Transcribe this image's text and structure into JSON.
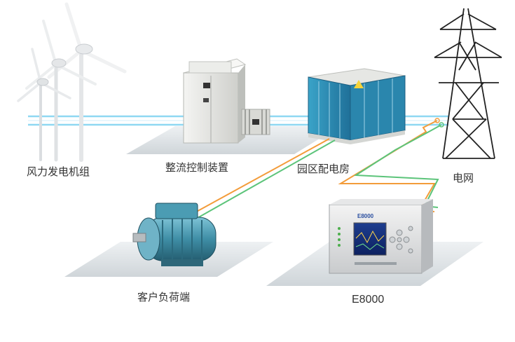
{
  "labels": {
    "wind_turbines": "风力发电机组",
    "rectifier_control": "整流控制装置",
    "park_substation": "园区配电房",
    "power_grid": "电网",
    "customer_load": "客户负荷端",
    "e8000": "E8000"
  },
  "e8000_device": {
    "model": "E8000"
  },
  "colors": {
    "line_blue": "#7fd3f0",
    "line_orange": "#f39c3a",
    "line_green": "#5cc47a",
    "platform": "#d9dde0",
    "cabinet_teal": "#2f8fb6",
    "motor_teal": "#3f8ea6"
  }
}
